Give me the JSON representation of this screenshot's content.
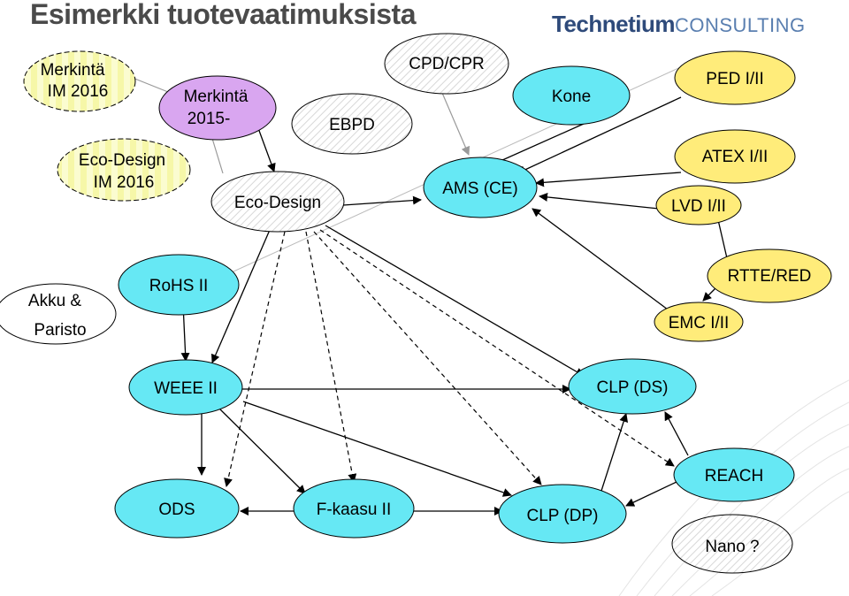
{
  "title": "Esimerkki tuotevaatimuksista",
  "logo": {
    "bold": "Technetium",
    "light": "CONSULTING"
  },
  "colors": {
    "cyan": "#66e8f4",
    "yellow": "#ffec7a",
    "violet": "#d9a6f0",
    "white": "#ffffff",
    "eco_light": "#f4f7b0",
    "stroke": "#000000"
  },
  "nodes": {
    "merkinta_im": {
      "line1": "Merkintä",
      "line2": "IM 2016"
    },
    "merkinta_2015": {
      "line1": "Merkintä",
      "line2": "2015-"
    },
    "ecodesign_im": {
      "line1": "Eco-Design",
      "line2": "IM 2016"
    },
    "ecodesign": {
      "label": "Eco-Design"
    },
    "ebpd": {
      "label": "EBPD"
    },
    "cpd": {
      "label": "CPD/CPR"
    },
    "ams": {
      "label": "AMS (CE)"
    },
    "kone": {
      "label": "Kone"
    },
    "ped": {
      "label": "PED I/II"
    },
    "atex": {
      "label": "ATEX I/II"
    },
    "lvd": {
      "label": "LVD I/II"
    },
    "akku": {
      "line1": "Akku &",
      "line2": "Paristo"
    },
    "rohs": {
      "label": "RoHS II"
    },
    "rtte": {
      "label": "RTTE/RED"
    },
    "emc": {
      "label": "EMC I/II"
    },
    "weee": {
      "label": "WEEE II"
    },
    "clp_ds": {
      "label": "CLP (DS)"
    },
    "reach": {
      "label": "REACH"
    },
    "ods": {
      "label": "ODS"
    },
    "fkaasu": {
      "label": "F-kaasu II"
    },
    "clp_dp": {
      "label": "CLP (DP)"
    },
    "nano": {
      "label": "Nano ?"
    }
  }
}
